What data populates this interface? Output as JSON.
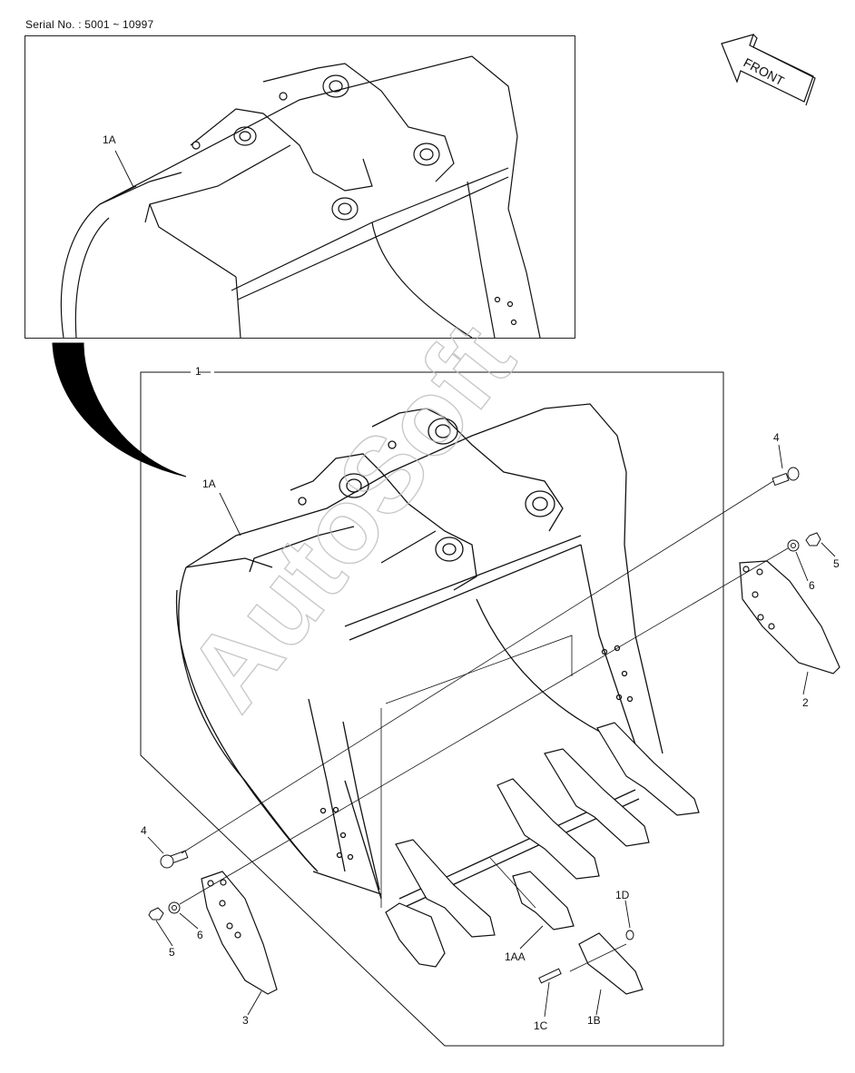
{
  "header": {
    "serial_label": "Serial No. : 5001 ~ 10997"
  },
  "front_arrow": {
    "label": "FRONT"
  },
  "watermark": {
    "text": "AutoSoft"
  },
  "callouts": {
    "inset_1A": "1A",
    "main_1": "1",
    "main_1A": "1A",
    "right_4": "4",
    "right_5": "5",
    "right_6": "6",
    "right_2": "2",
    "left_4": "4",
    "left_5": "5",
    "left_6": "6",
    "left_3": "3",
    "tooth_1AA": "1AA",
    "pin_1C": "1C",
    "tooth_1B": "1B",
    "lock_1D": "1D"
  }
}
